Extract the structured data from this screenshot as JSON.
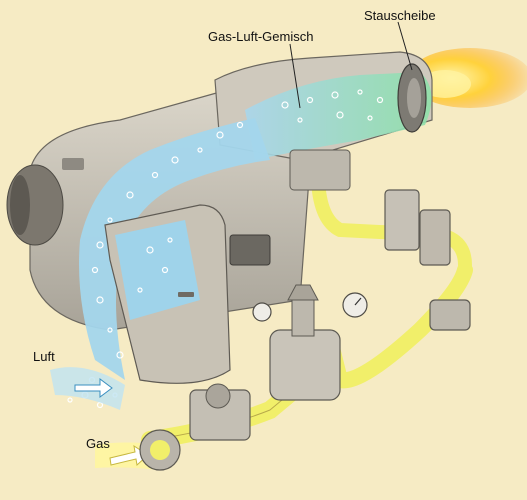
{
  "labels": {
    "gas_luft_gemisch": "Gas-Luft-Gemisch",
    "stauscheibe": "Stauscheibe",
    "luft": "Luft",
    "gas": "Gas"
  },
  "colors": {
    "background": "#f6ebc4",
    "housing": "#c9c3b6",
    "housing_dark": "#8e8a82",
    "air": "#9fd3ea",
    "gas_pipe": "#f1ef6a",
    "mixture": "#9ee0c6",
    "flame": "#ffd23c"
  }
}
